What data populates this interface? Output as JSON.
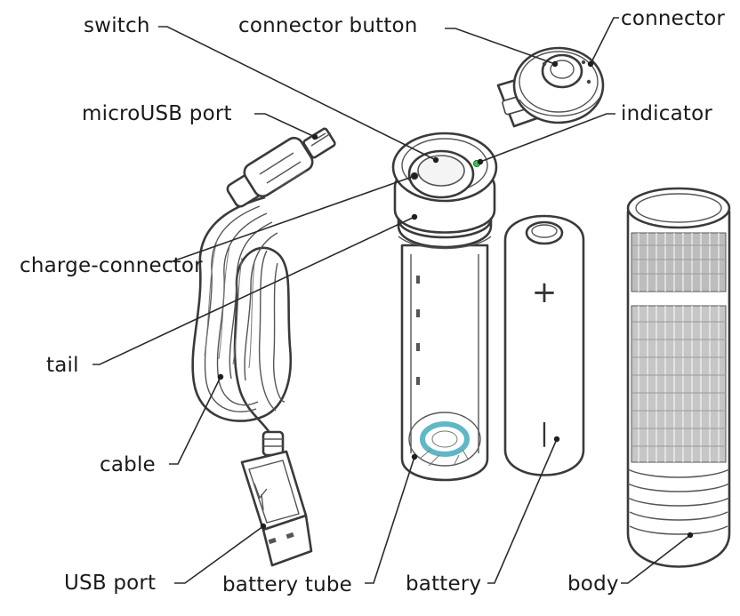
{
  "labels": {
    "switch": "switch",
    "connector_button": "connector button",
    "connector": "connector",
    "microusb_port": "microUSB port",
    "indicator": "indicator",
    "charge_connector": "charge-connector",
    "tail": "tail",
    "cable": "cable",
    "usb_port": "USB port",
    "battery_tube": "battery tube",
    "battery": "battery",
    "body": "body"
  },
  "battery_symbols": {
    "plus": "+",
    "minus": "|"
  },
  "colors": {
    "line": "#3a3a3a",
    "label_text": "#1a1a1a",
    "indicator_led": "#3fbf4f",
    "charge_ring": "#5fb7c7"
  }
}
